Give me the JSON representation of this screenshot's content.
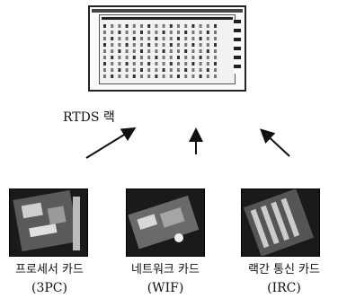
{
  "rack": {
    "label": "RTDS 랙"
  },
  "cards": [
    {
      "name": "프로세서 카드",
      "abbr": "(3PC)"
    },
    {
      "name": "네트워크 카드",
      "abbr": "(WIF)"
    },
    {
      "name": "랙간 통신 카드",
      "abbr": "(IRC)"
    }
  ]
}
